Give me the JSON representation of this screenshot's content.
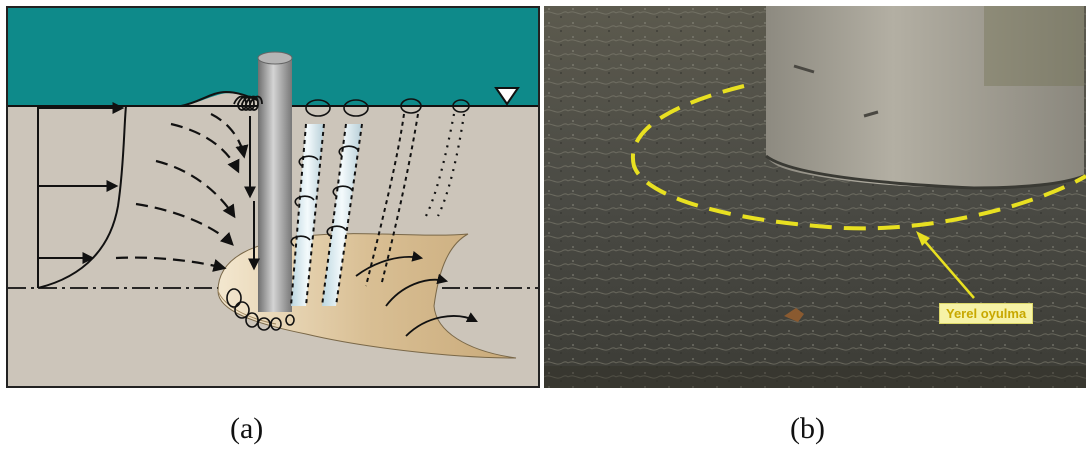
{
  "captions": {
    "a": "(a)",
    "b": "(b)"
  },
  "photo_label": "Yerel oyulma",
  "colors": {
    "water": "#0e8a8a",
    "bed": "#ccc5ba",
    "pier": "#9e9e9e",
    "scour_hole": "#d8c09a",
    "photo_annotation": "#e8e021",
    "label_bg": "#f6f2a6"
  },
  "icons": {
    "water_surface_marker": "inverted-triangle-icon"
  }
}
